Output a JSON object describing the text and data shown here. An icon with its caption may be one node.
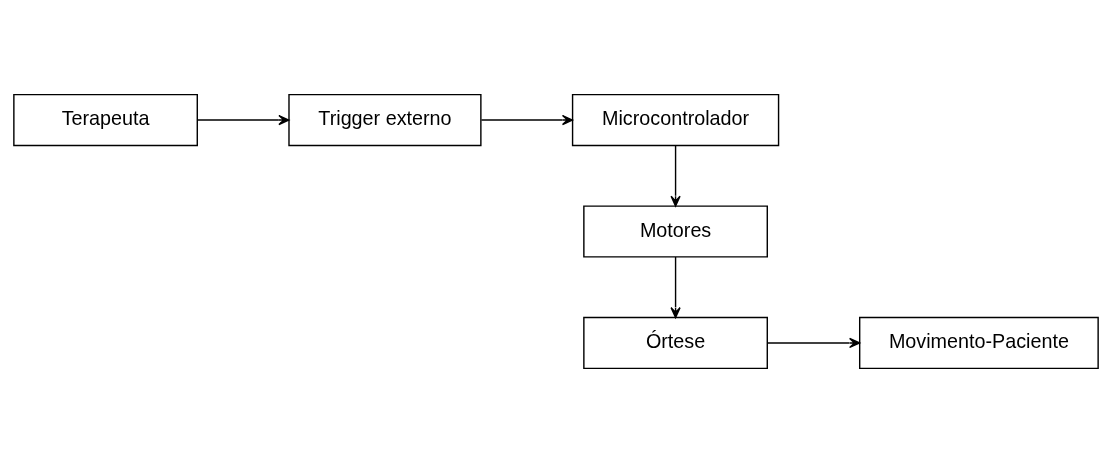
{
  "diagram": {
    "nodes": [
      {
        "text": [
          "Terapeuta"
        ]
      },
      {
        "text": [
          "Trigger externo"
        ]
      },
      {
        "text": [
          "Microcontrolador"
        ]
      },
      {
        "text": [
          "Motores"
        ]
      },
      {
        "text": [
          "Órtese"
        ]
      },
      {
        "text": [
          "Movimento-Paciente"
        ]
      }
    ],
    "edges": [
      {
        "from": 0,
        "to": 1,
        "arrow": "to"
      },
      {
        "from": 1,
        "to": 2,
        "arrow": "to"
      },
      {
        "from": 2,
        "to": 3,
        "arrow": "to"
      },
      {
        "from": 3,
        "to": 4,
        "arrow": "to"
      },
      {
        "from": 4,
        "to": 5,
        "arrow": "to"
      }
    ]
  }
}
